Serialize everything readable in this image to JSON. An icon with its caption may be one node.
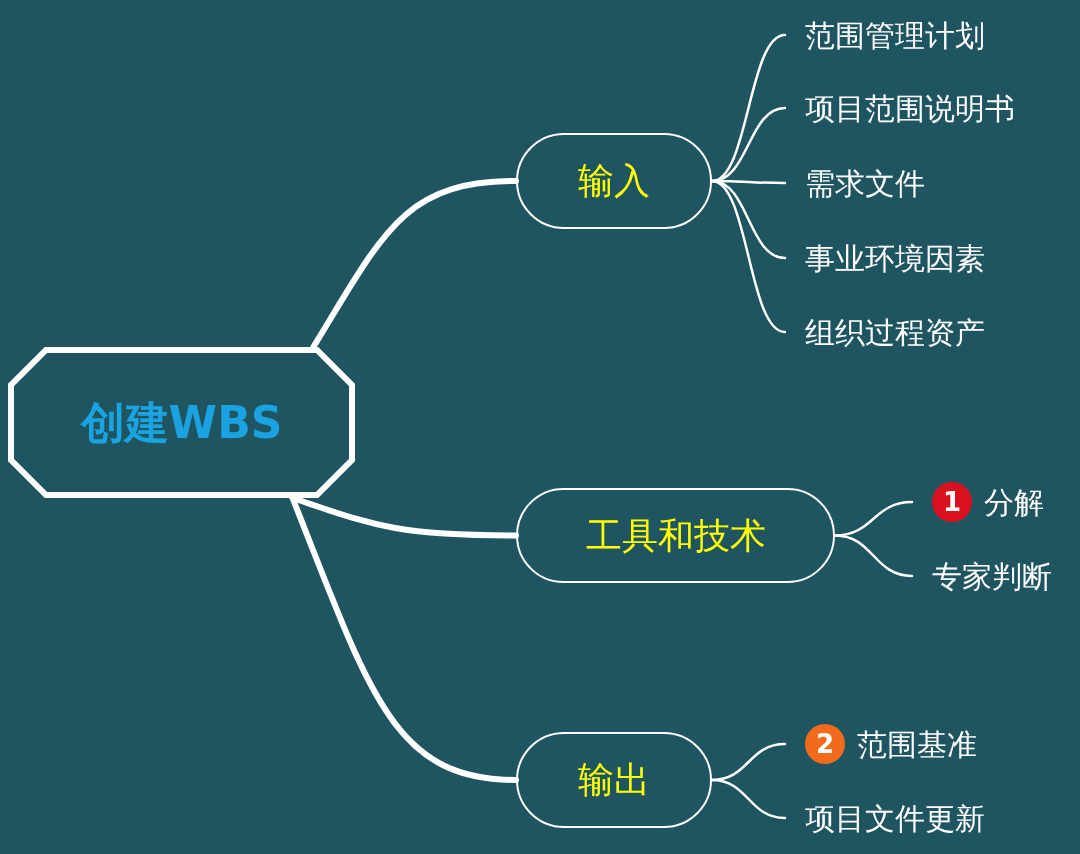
{
  "diagram": {
    "nodes": [
      {
        "text": [
          "创建WBS"
        ]
      },
      {
        "text": [
          "输入"
        ]
      },
      {
        "text": [
          "范围管理计划"
        ]
      },
      {
        "text": [
          "项目范围说明书"
        ]
      },
      {
        "text": [
          "需求文件"
        ]
      },
      {
        "text": [
          "事业环境因素"
        ]
      },
      {
        "text": [
          "组织过程资产"
        ]
      },
      {
        "text": [
          "工具和技术"
        ]
      },
      {
        "text": [
          "1",
          "分解"
        ]
      },
      {
        "text": [
          "专家判断"
        ]
      },
      {
        "text": [
          "输出"
        ]
      },
      {
        "text": [
          "2",
          "范围基准"
        ]
      },
      {
        "text": [
          "项目文件更新"
        ]
      }
    ],
    "edges": [
      {
        "from": 0,
        "to": 1,
        "arrow": "none",
        "style": "thick"
      },
      {
        "from": 0,
        "to": 7,
        "arrow": "none",
        "style": "thick"
      },
      {
        "from": 0,
        "to": 10,
        "arrow": "none",
        "style": "thick"
      },
      {
        "from": 1,
        "to": 2,
        "arrow": "none"
      },
      {
        "from": 1,
        "to": 3,
        "arrow": "none"
      },
      {
        "from": 1,
        "to": 4,
        "arrow": "none"
      },
      {
        "from": 1,
        "to": 5,
        "arrow": "none"
      },
      {
        "from": 1,
        "to": 6,
        "arrow": "none"
      },
      {
        "from": 7,
        "to": 8,
        "arrow": "none"
      },
      {
        "from": 7,
        "to": 9,
        "arrow": "none"
      },
      {
        "from": 10,
        "to": 11,
        "arrow": "none"
      },
      {
        "from": 10,
        "to": 12,
        "arrow": "none"
      }
    ]
  }
}
